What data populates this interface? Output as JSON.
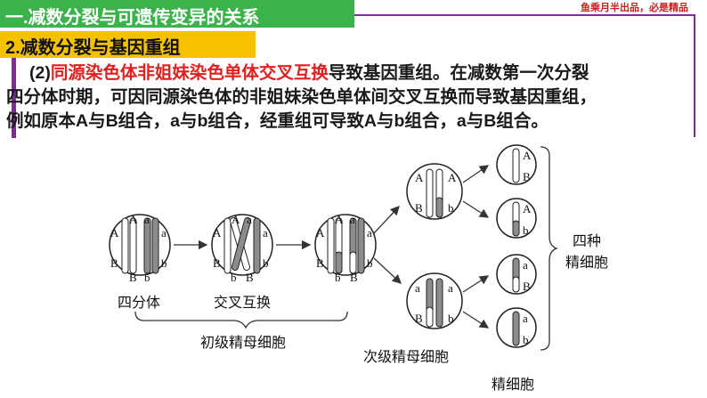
{
  "header": {
    "title": "一.减数分裂与可遗传变异的关系",
    "brand": "鱼乘月半出品，必是精品"
  },
  "section": {
    "title": "2.减数分裂与基因重组"
  },
  "paragraph": {
    "prefix": "(2)",
    "highlight": "同源染色体非姐妹染色单体交叉互换",
    "line1_rest": "导致基因重组。在减数第一次分裂",
    "line2": "四分体时期，可因同源染色体的非姐妹染色单体间交叉互换而导致基因重组，",
    "line3": "例如原本A与B组合，a与b组合，经重组可导致A与b组合，a与B组合。"
  },
  "diagram": {
    "labels": {
      "tetrad": "四分体",
      "crossover": "交叉互换",
      "primary": "初级精母细胞",
      "secondary": "次级精母细胞",
      "four_kinds": "四种",
      "sperm_cells": "精细胞",
      "spermatids": "精细胞"
    },
    "alleles": {
      "A": "A",
      "a": "a",
      "B": "B",
      "b": "b"
    },
    "colors": {
      "light": "#ffffff",
      "dark": "#8c8c8c"
    }
  }
}
